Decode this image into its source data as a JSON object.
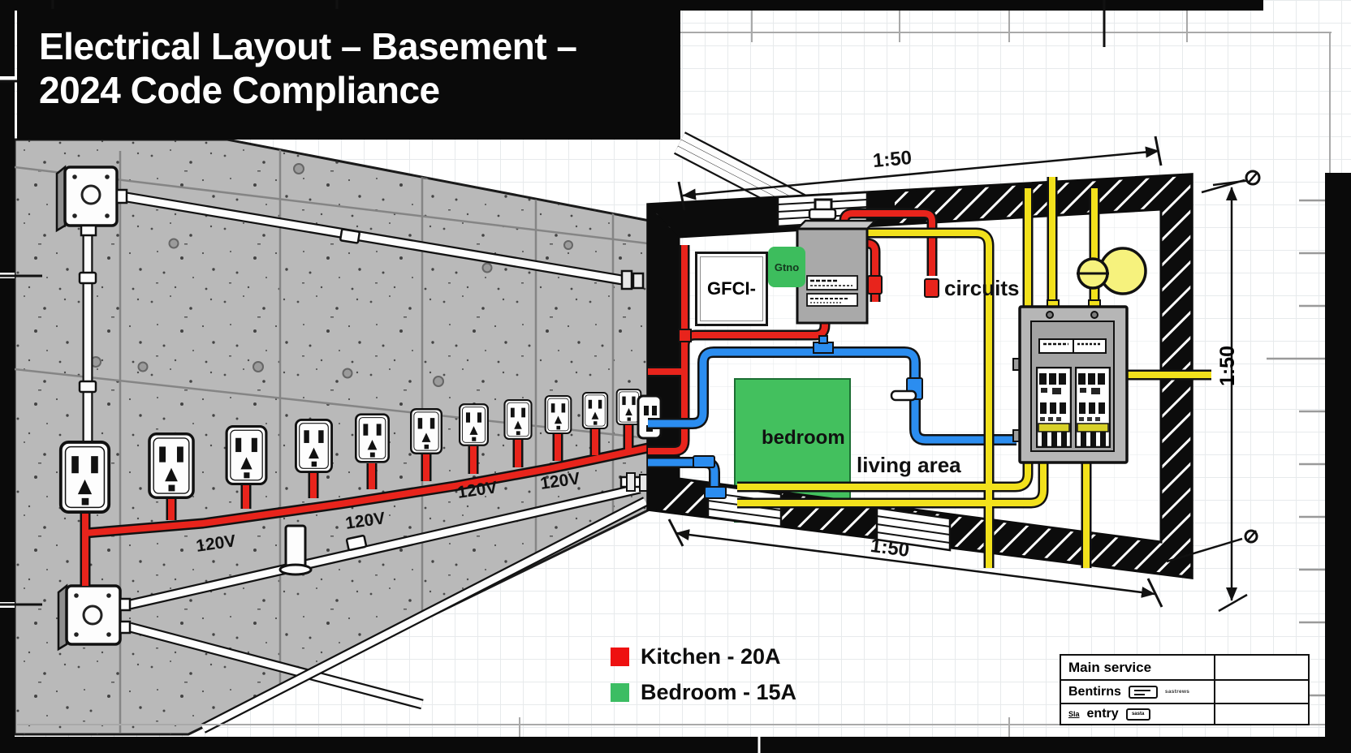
{
  "title": {
    "line1": "Electrical Layout – Basement –",
    "line2": "2024 Code Compliance"
  },
  "scales": {
    "top": "1:50",
    "right": "1:50",
    "bottom": "1:50"
  },
  "wall_view": {
    "voltage_labels": [
      "120V",
      "120V",
      "120V",
      "120V"
    ]
  },
  "floor_plan": {
    "gfci_label": "GFCI-",
    "green_tag": "Gtno",
    "circuits_label": "circuits",
    "bedroom_label": "bedroom",
    "living_area_label": "living area"
  },
  "legend": {
    "items": [
      {
        "swatch": "#ee1111",
        "label": "Kitchen - 20A"
      },
      {
        "swatch": "#3cbd63",
        "label": "Bedroom - 15A"
      }
    ]
  },
  "title_block": {
    "rows": [
      {
        "label": "Main service"
      },
      {
        "label": "Bentirns",
        "note": "sastrews"
      },
      {
        "prefix": "Sla",
        "label": "entry",
        "icon_text": "sasta"
      }
    ]
  },
  "icons": {
    "diameter_symbol": "⌀",
    "spec_box": "▭"
  },
  "colors": {
    "kitchen_circuit": "#e8241c",
    "neutral_circuit": "#2b8df0",
    "lighting_circuit": "#f2e11c",
    "bedroom_fill": "#43c05e",
    "green_tag": "#3dbd5d",
    "wall_gray": "#b9b9b9",
    "banner": "#0a0a0a",
    "fixture_yellow": "#f6f27d"
  }
}
